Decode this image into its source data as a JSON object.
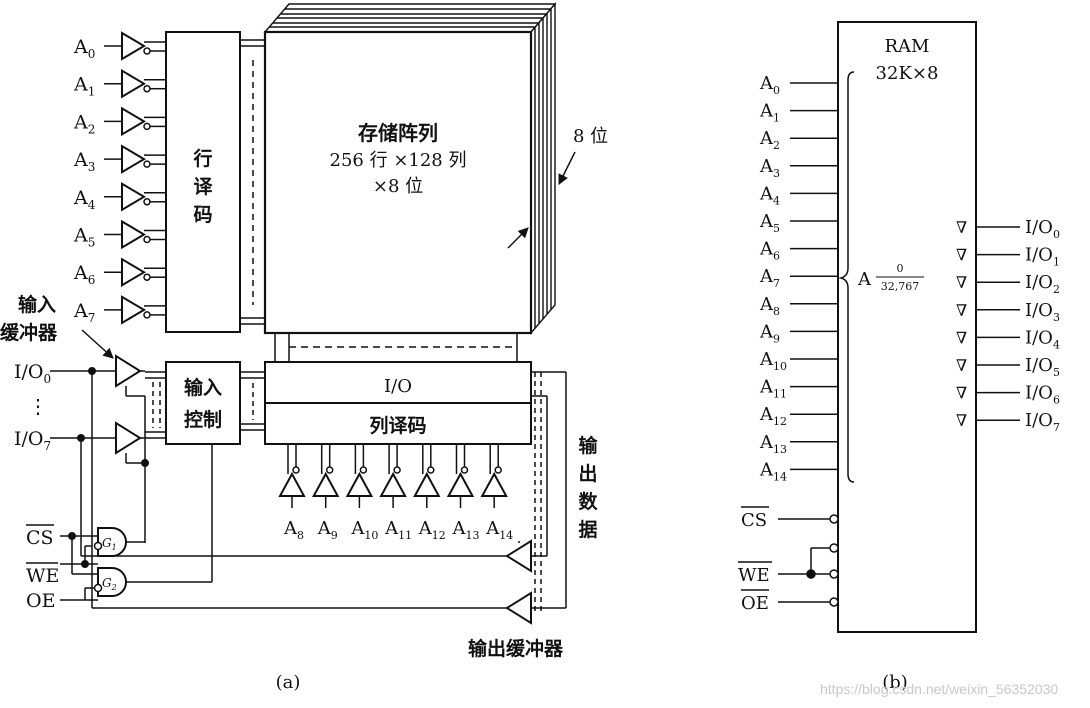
{
  "diagram_a": {
    "address_inputs": [
      {
        "base": "A",
        "sub": "0"
      },
      {
        "base": "A",
        "sub": "1"
      },
      {
        "base": "A",
        "sub": "2"
      },
      {
        "base": "A",
        "sub": "3"
      },
      {
        "base": "A",
        "sub": "4"
      },
      {
        "base": "A",
        "sub": "5"
      },
      {
        "base": "A",
        "sub": "6"
      },
      {
        "base": "A",
        "sub": "7"
      }
    ],
    "row_decoder": [
      "行",
      "译",
      "码"
    ],
    "memory_array": {
      "line1": "存储阵列",
      "line2": "256 行 ×128 列",
      "line3": "×8 位"
    },
    "bits_label": "8 位",
    "input_buffer": [
      "输入",
      "缓冲器"
    ],
    "io_inputs": [
      {
        "base": "I/O",
        "sub": "0"
      },
      {
        "base": "I/O",
        "sub": "7"
      }
    ],
    "io_ellipsis": "⋮",
    "input_control": [
      "输入",
      "控制"
    ],
    "io_label": "I/O",
    "column_decoder": "列译码",
    "column_address_inputs": [
      {
        "base": "A",
        "sub": "8"
      },
      {
        "base": "A",
        "sub": "9"
      },
      {
        "base": "A",
        "sub": "10"
      },
      {
        "base": "A",
        "sub": "11"
      },
      {
        "base": "A",
        "sub": "12"
      },
      {
        "base": "A",
        "sub": "13"
      },
      {
        "base": "A",
        "sub": "14"
      }
    ],
    "output_data": [
      "输",
      "出",
      "数",
      "据"
    ],
    "control_signals": [
      "CS",
      "WE",
      "OE"
    ],
    "gates": [
      {
        "base": "G",
        "sub": "1"
      },
      {
        "base": "G",
        "sub": "2"
      }
    ],
    "output_buffer": "输出缓冲器",
    "caption": "(a)"
  },
  "diagram_b": {
    "title1": "RAM",
    "title2": "32K×8",
    "address_pins": [
      {
        "base": "A",
        "sub": "0"
      },
      {
        "base": "A",
        "sub": "1"
      },
      {
        "base": "A",
        "sub": "2"
      },
      {
        "base": "A",
        "sub": "3"
      },
      {
        "base": "A",
        "sub": "4"
      },
      {
        "base": "A",
        "sub": "5"
      },
      {
        "base": "A",
        "sub": "6"
      },
      {
        "base": "A",
        "sub": "7"
      },
      {
        "base": "A",
        "sub": "8"
      },
      {
        "base": "A",
        "sub": "9"
      },
      {
        "base": "A",
        "sub": "10"
      },
      {
        "base": "A",
        "sub": "11"
      },
      {
        "base": "A",
        "sub": "12"
      },
      {
        "base": "A",
        "sub": "13"
      },
      {
        "base": "A",
        "sub": "14"
      }
    ],
    "address_range": {
      "symbol": "A",
      "top": "0",
      "bottom": "32,767"
    },
    "io_pins": [
      {
        "base": "I/O",
        "sub": "0"
      },
      {
        "base": "I/O",
        "sub": "1"
      },
      {
        "base": "I/O",
        "sub": "2"
      },
      {
        "base": "I/O",
        "sub": "3"
      },
      {
        "base": "I/O",
        "sub": "4"
      },
      {
        "base": "I/O",
        "sub": "5"
      },
      {
        "base": "I/O",
        "sub": "6"
      },
      {
        "base": "I/O",
        "sub": "7"
      }
    ],
    "tristate_symbol": "∇",
    "control_pins": [
      "CS",
      "WE",
      "OE"
    ],
    "caption": "(b)"
  },
  "watermark": "https://blog.csdn.net/weixin_56352030"
}
